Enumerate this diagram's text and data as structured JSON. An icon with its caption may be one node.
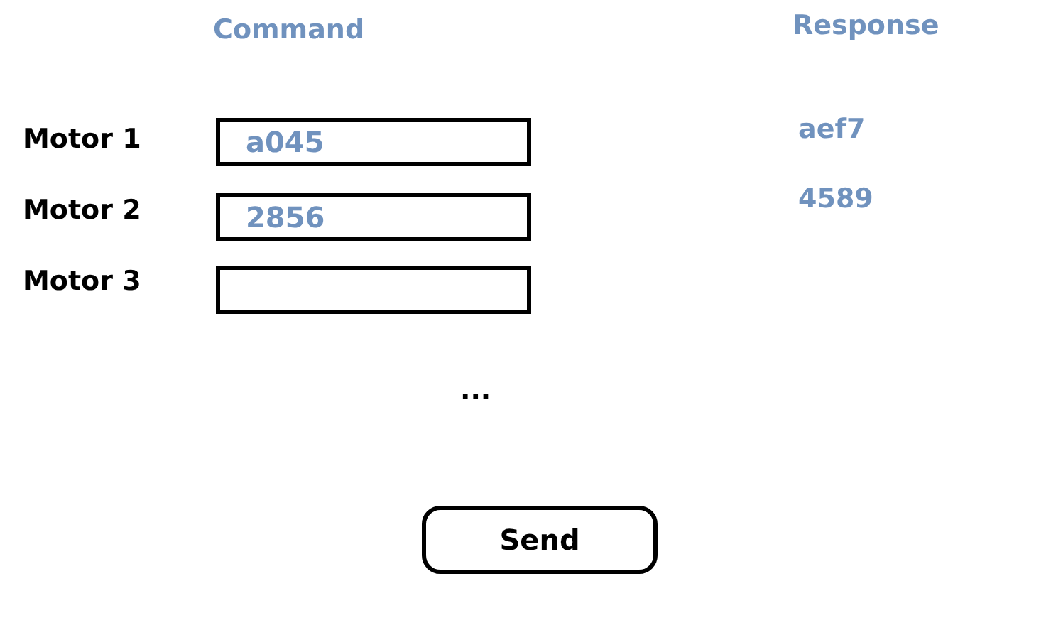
{
  "diagram": {
    "nodes": [
      {
        "text": [
          "a045"
        ]
      },
      {
        "text": [
          "2856"
        ]
      },
      {
        "text": [],
        "shape": "box"
      },
      {
        "text": [
          "Send"
        ]
      }
    ],
    "labels": [
      "Command",
      "Response",
      "Motor 1",
      "aef7",
      "Motor 2",
      "4589",
      "Motor 3",
      "..."
    ]
  }
}
